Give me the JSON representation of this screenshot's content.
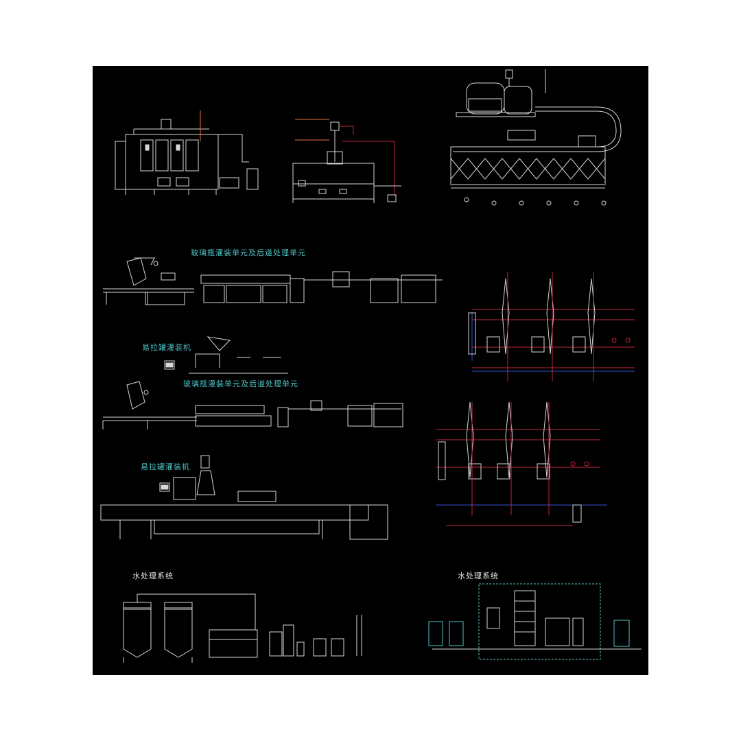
{
  "labels": {
    "glass_bottle_unit_1": "玻璃瓶灌装单元及后道处理单元",
    "can_filler_1": "易拉罐灌装机",
    "glass_bottle_unit_2": "玻璃瓶灌装单元及后道处理单元",
    "can_filler_2": "易拉罐灌装机",
    "water_treatment_left": "水处理系统",
    "water_treatment_right": "水处理系统"
  },
  "colors": {
    "background": "#000000",
    "line": "#d8d8d8",
    "cyan_text": "#4fc3c6",
    "pipe_red": "#c0283a",
    "pipe_blue": "#3c4fd6",
    "pipe_orange": "#e8743a"
  }
}
